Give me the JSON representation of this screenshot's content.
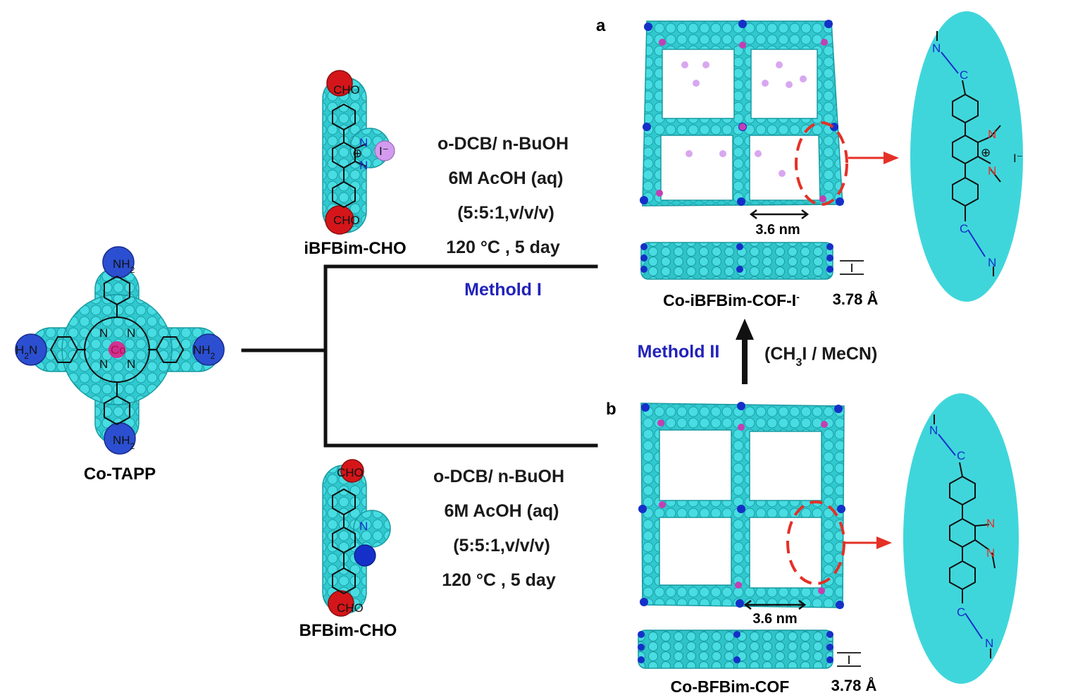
{
  "panel_letters": {
    "a": "a",
    "b": "b"
  },
  "monomers": {
    "co_tapp": {
      "label": "Co-TAPP",
      "nh2": "NH",
      "nh2_sub": "2",
      "h2n": "H",
      "h2n_sub": "2",
      "h2n_n": "N",
      "metal": "Co",
      "n": "N",
      "n_minus": "N"
    },
    "ibfbim": {
      "label": "iBFBim-CHO",
      "cho": "CHO",
      "n": "N",
      "iodide": "I⁻",
      "plus": "⊕"
    },
    "bfbim": {
      "label": "BFBim-CHO",
      "cho": "CHO",
      "n": "N"
    }
  },
  "conditions_top": [
    "o-DCB/ n-BuOH",
    "6M AcOH (aq)",
    "(5:5:1,v/v/v)",
    "120 °C , 5 day"
  ],
  "conditions_bottom": [
    "o-DCB/ n-BuOH",
    "6M AcOH (aq)",
    "(5:5:1,v/v/v)",
    "120 °C , 5 day"
  ],
  "methods": {
    "method1": "Methold I",
    "method2": "Methold II",
    "reagent_pre": "(CH",
    "reagent_sub": "3",
    "reagent_post": "I / MeCN)"
  },
  "products": {
    "top": {
      "name": "Co-iBFBim-COF-I",
      "name_sup": "-",
      "pore": "3.6 nm",
      "spacing": "3.78 Å"
    },
    "bottom": {
      "name": "Co-BFBim-COF",
      "pore": "3.6 nm",
      "spacing": "3.78 Å"
    }
  },
  "insets": {
    "top": {
      "c": "C",
      "n": "N",
      "plus": "⊕",
      "iodide": "I⁻"
    },
    "bottom": {
      "c": "C",
      "n": "N"
    }
  },
  "colors": {
    "cyan": "#3fd6db",
    "cyan_dark": "#1fa9b0",
    "blue_atom": "#1530c8",
    "oxygen": "#d4161a",
    "iodine": "#d39bf0",
    "cobalt": "#e0208a",
    "arrow_red": "#e53026",
    "method_blue": "#2222bb"
  }
}
